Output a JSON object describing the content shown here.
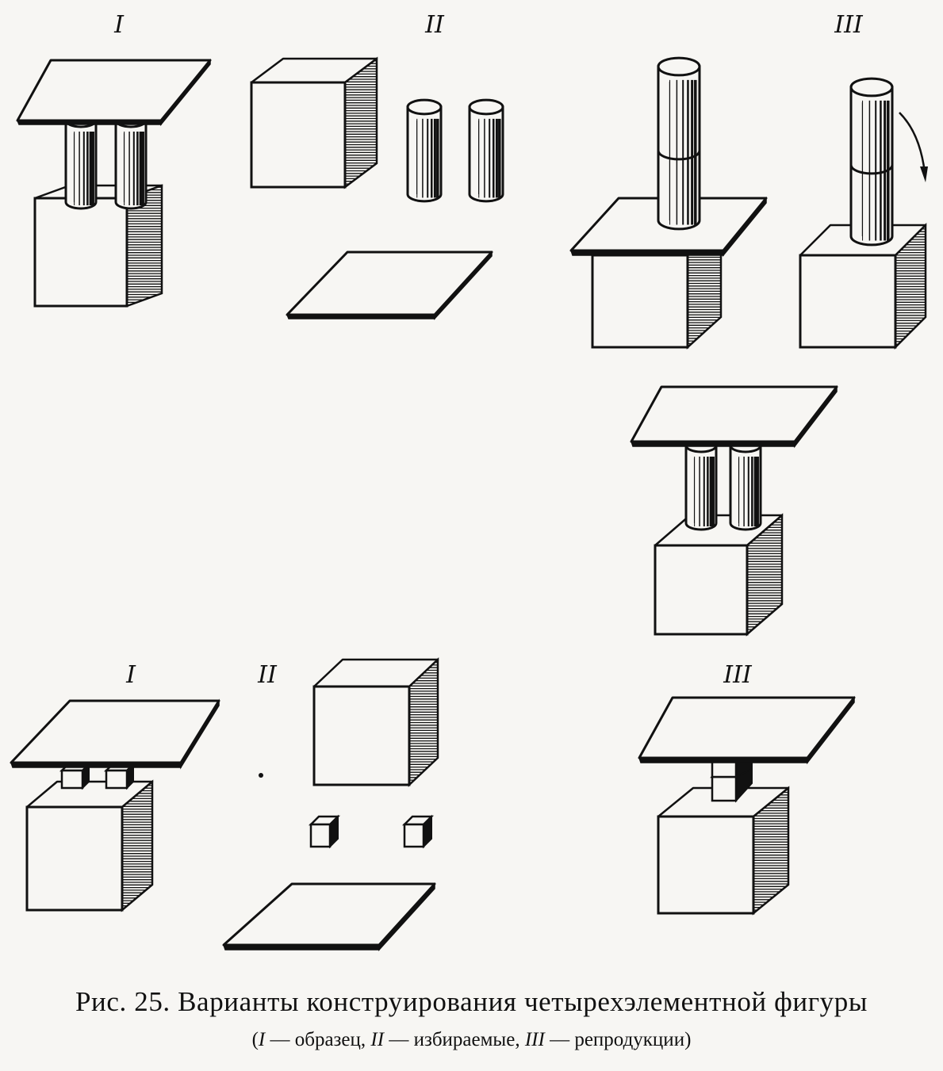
{
  "labels": {
    "top_I": "I",
    "top_II": "II",
    "top_III": "III",
    "bottom_I": "I",
    "bottom_II": "II",
    "bottom_III": "III"
  },
  "caption": {
    "line1": "Рис. 25. Варианты конструирования четырехэлементной фигуры",
    "line2_open": "(",
    "line2_I": "I",
    "line2_I_text": " — образец, ",
    "line2_II": "II",
    "line2_II_text": " — избираемые, ",
    "line2_III": "III",
    "line2_III_text": " — репродукции)"
  },
  "colors": {
    "ink": "#111111",
    "paper": "#f7f6f3"
  }
}
